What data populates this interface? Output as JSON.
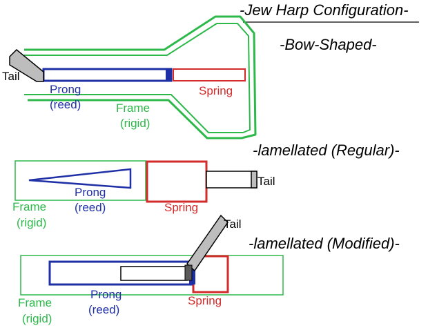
{
  "title": "-Jew Harp Configuration-",
  "sections": {
    "bow": {
      "heading": "-Bow-Shaped-",
      "labels": {
        "tail": "Tail",
        "prong_1": "Prong",
        "prong_2": "(reed)",
        "spring": "Spring",
        "frame_1": "Frame",
        "frame_2": "(rigid)"
      }
    },
    "regular": {
      "heading": "-lamellated (Regular)-",
      "labels": {
        "tail": "Tail",
        "prong_1": "Prong",
        "prong_2": "(reed)",
        "spring": "Spring",
        "frame_1": "Frame",
        "frame_2": "(rigid)"
      }
    },
    "modified": {
      "heading": "-lamellated (Modified)-",
      "labels": {
        "tail": "Tail",
        "prong_1": "Prong",
        "prong_2": "(reed)",
        "spring": "Spring",
        "frame_1": "Frame",
        "frame_2": "(rigid)"
      }
    }
  },
  "colors": {
    "frame": "#2db84a",
    "prong": "#1f2fa6",
    "spring": "#d32a2a",
    "tail": "#000000",
    "tail_fill": "#bdbdbd"
  }
}
